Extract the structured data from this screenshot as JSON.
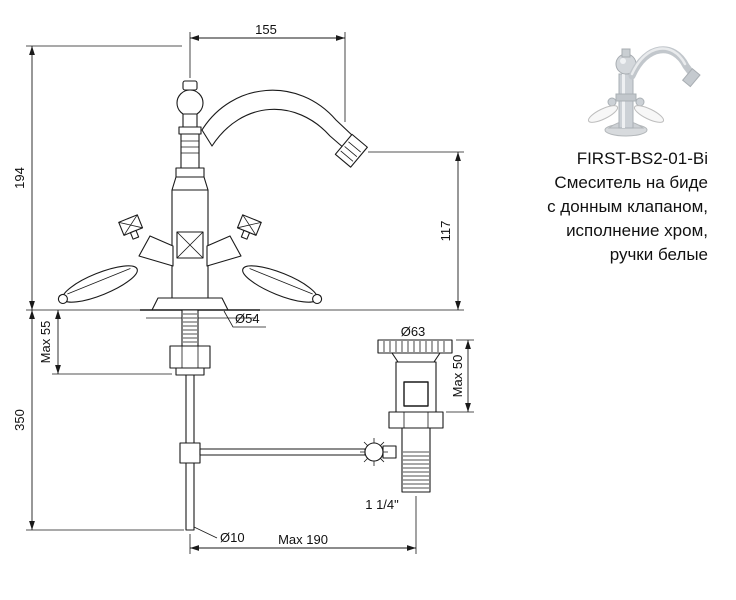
{
  "product": {
    "code": "FIRST-BS2-01-Bi",
    "description_lines": [
      "Смеситель на биде",
      "с донным клапаном,",
      "исполнение хром,",
      "ручки белые"
    ]
  },
  "dimensions": {
    "width_155": "155",
    "height_194": "194",
    "spout_height_117": "117",
    "max_55": "Max 55",
    "height_350": "350",
    "dia_54": "Ø54",
    "dia_63": "Ø63",
    "max_50": "Max 50",
    "thread_size": "1 1/4\"",
    "dia_10": "Ø10",
    "max_190": "Max 190"
  },
  "colors": {
    "line": "#1a1a1a",
    "background": "#ffffff"
  }
}
